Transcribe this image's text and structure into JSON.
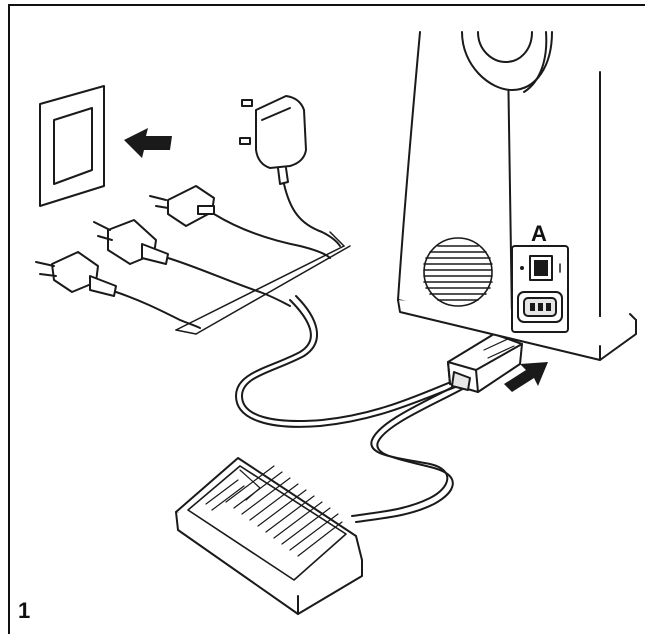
{
  "figure": {
    "number": "1",
    "callouts": [
      {
        "id": "A",
        "text": "A"
      }
    ]
  },
  "colors": {
    "line": "#1a1a1a",
    "fill_light": "#ffffff",
    "fill_shade": "#e6e6e6",
    "frame": "#111111"
  },
  "parts": [
    "wall-socket",
    "uk-plug",
    "eu-flat-plug",
    "us-plug",
    "eu-round-plug",
    "sewing-machine-body",
    "handwheel",
    "power-switch",
    "machine-socket",
    "foot-controller",
    "power-cord",
    "connector-plug",
    "insert-arrow",
    "plug-in-arrow"
  ]
}
